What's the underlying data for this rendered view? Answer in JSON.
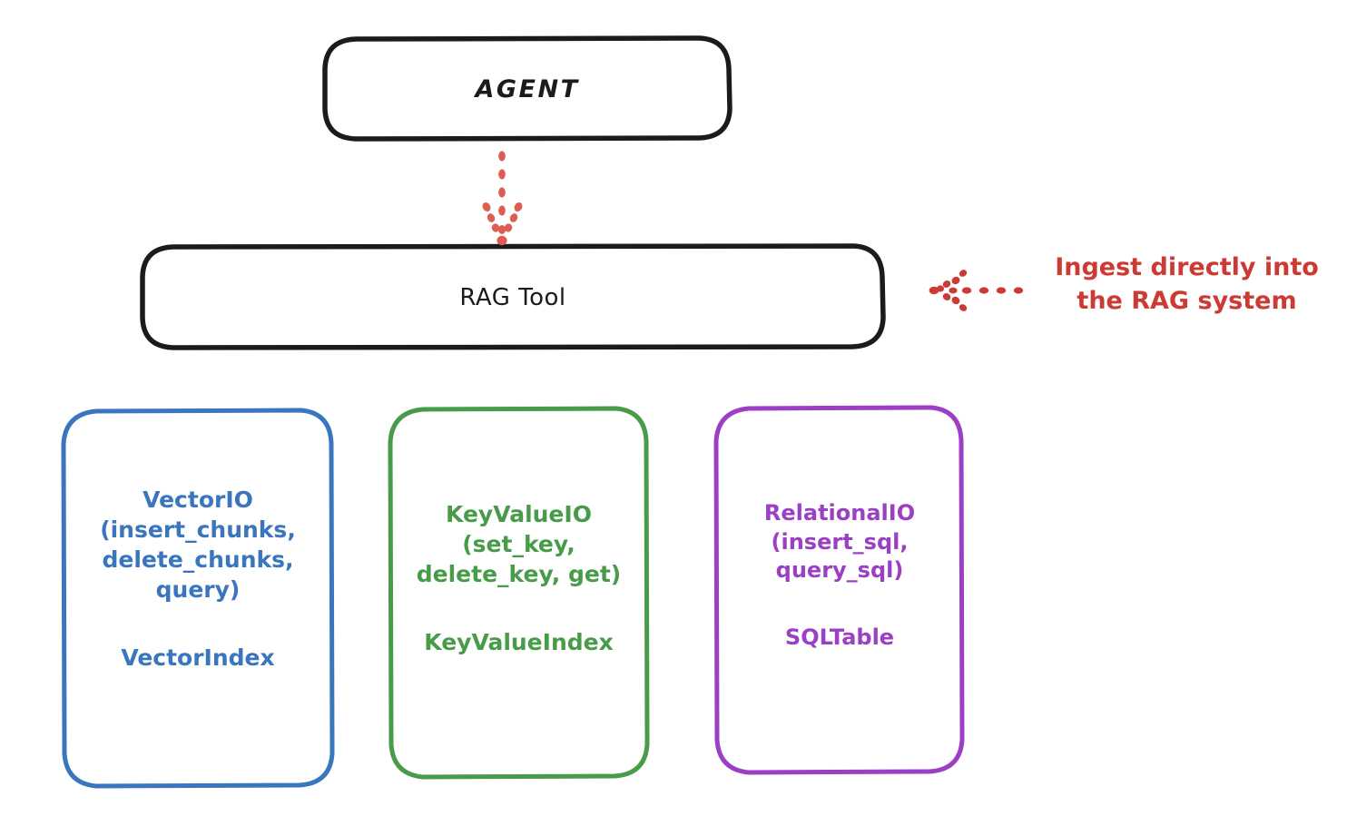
{
  "diagram": {
    "title": "RAG Tool architecture diagram",
    "background": "#ffffff",
    "nodes": {
      "agent": {
        "label": "AGENT",
        "stroke": "#1b1b1b"
      },
      "rag_tool": {
        "label": "RAG Tool",
        "stroke": "#1b1b1b"
      },
      "vector": {
        "stroke": "#3a76bd",
        "lines_primary": [
          "VectorIO",
          "(insert_chunks,",
          "delete_chunks,",
          "query)"
        ],
        "lines_secondary": [
          "VectorIndex"
        ]
      },
      "keyvalue": {
        "stroke": "#479b49",
        "lines_primary": [
          "KeyValueIO",
          "(set_key,",
          "delete_key, get)"
        ],
        "lines_secondary": [
          "KeyValueIndex"
        ]
      },
      "relational": {
        "stroke": "#9b3fc4",
        "lines_primary": [
          "RelationalIO",
          "(insert_sql,",
          "query_sql)"
        ],
        "lines_secondary": [
          "SQLTable"
        ]
      }
    },
    "connectors": {
      "agent_to_rag": {
        "style": "dotted-arrow",
        "direction": "down",
        "color": "#de5d52"
      },
      "annotation_arrow": {
        "style": "dotted-arrow",
        "direction": "left",
        "color": "#cc3b33"
      }
    },
    "annotation": {
      "color": "#cc3b33",
      "lines": [
        "Ingest directly into",
        "the RAG system"
      ]
    }
  }
}
